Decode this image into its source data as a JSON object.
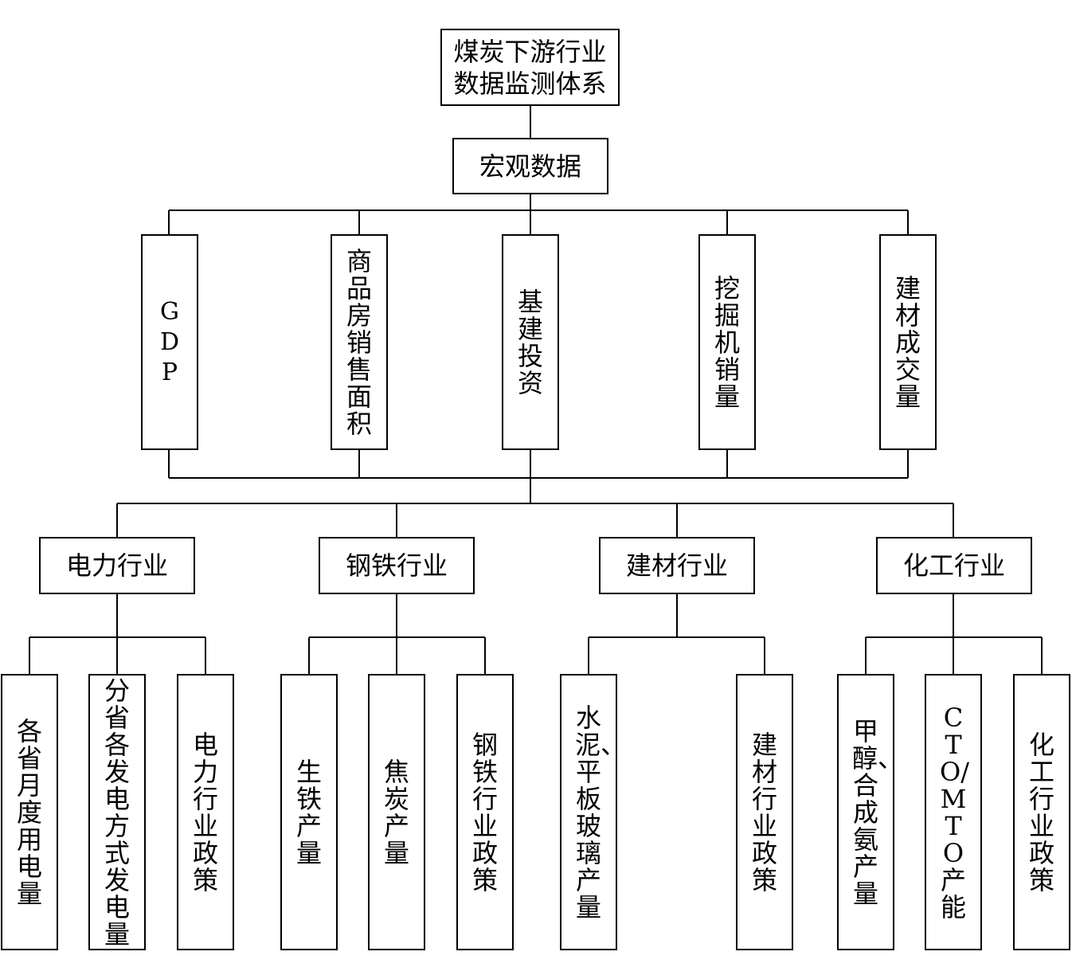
{
  "root": {
    "label": "煤炭下游行业\n数据监测体系"
  },
  "macro": {
    "label": "宏观数据"
  },
  "indicators": [
    {
      "label": "GDP"
    },
    {
      "label": "商品房销售面积"
    },
    {
      "label": "基建投资"
    },
    {
      "label": "挖掘机销量"
    },
    {
      "label": "建材成交量"
    }
  ],
  "industries": [
    {
      "label": "电力行业",
      "items": [
        {
          "label": "各省月度用电量"
        },
        {
          "label": "分省各发电方式发电量"
        },
        {
          "label": "电力行业政策"
        }
      ]
    },
    {
      "label": "钢铁行业",
      "items": [
        {
          "label": "生铁产量"
        },
        {
          "label": "焦炭产量"
        },
        {
          "label": "钢铁行业政策"
        }
      ]
    },
    {
      "label": "建材行业",
      "items": [
        {
          "label": "水泥、平板玻璃产量"
        },
        {
          "label": "建材行业政策"
        }
      ]
    },
    {
      "label": "化工行业",
      "items": [
        {
          "label": "甲醇、合成氨产量"
        },
        {
          "label": "CTO/MTO产能"
        },
        {
          "label": "化工行业政策"
        }
      ]
    }
  ]
}
